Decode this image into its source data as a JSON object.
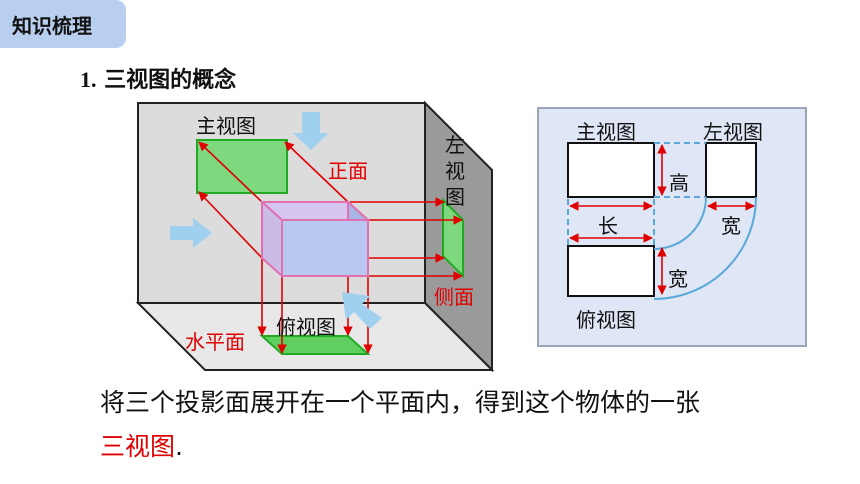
{
  "header": {
    "badge": "知识梳理"
  },
  "section": {
    "number": "1.",
    "title": "三视图的概念"
  },
  "left_diagram": {
    "label_main_view": "主视图",
    "label_front_plane": "正面",
    "label_left_view": [
      "左",
      "视",
      "图"
    ],
    "label_side_plane": "侧面",
    "label_top_view": "俯视图",
    "label_horizontal_plane": "水平面"
  },
  "right_diagram": {
    "label_main_view": "主视图",
    "label_left_view": "左视图",
    "label_top_view": "俯视图",
    "dim_height": "高",
    "dim_length": "长",
    "dim_width_right": "宽",
    "dim_width_bottom": "宽"
  },
  "caption": {
    "text_1": "将三个投影面展开在一个平面内，得到这个物体的一张",
    "highlight": "三视图",
    "end": "."
  },
  "colors": {
    "accent_red": "#e00000",
    "badge_bg": "#b8cff0",
    "projection_green": "#7ed87e",
    "cube_blue": "#b9c8f0",
    "arrow_blue": "#9fd0ee"
  }
}
